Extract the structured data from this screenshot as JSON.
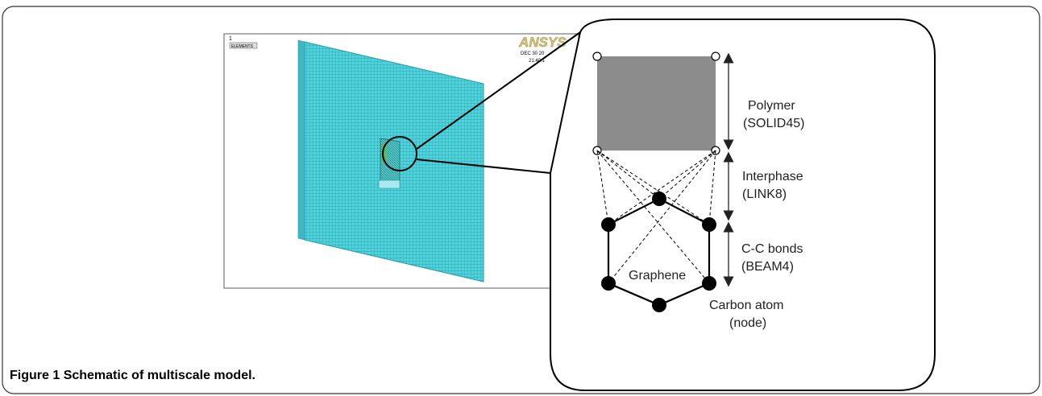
{
  "caption": {
    "label": "Figure 1",
    "text": "Schematic of multiscale model."
  },
  "ansys": {
    "logo_text": "ANSYS",
    "window_number": "1",
    "header_line": "ELEMENTS",
    "info_lines": [
      "DEC 30 20",
      "21:40:1"
    ]
  },
  "inset": {
    "labels": {
      "polymer": "Polymer",
      "polymer_element": "(SOLID45)",
      "interphase": "Interphase",
      "interphase_element": "(LINK8)",
      "cc_bonds": "C-C bonds",
      "cc_element": "(BEAM4)",
      "graphene": "Graphene",
      "carbon_atom": "Carbon atom",
      "carbon_node": "(node)"
    },
    "colors": {
      "polymer_fill": "#8c8c8c",
      "mesh_fill": "#4ed4dc",
      "mesh_line": "#2a9aa6",
      "atom_fill": "#000000"
    }
  }
}
